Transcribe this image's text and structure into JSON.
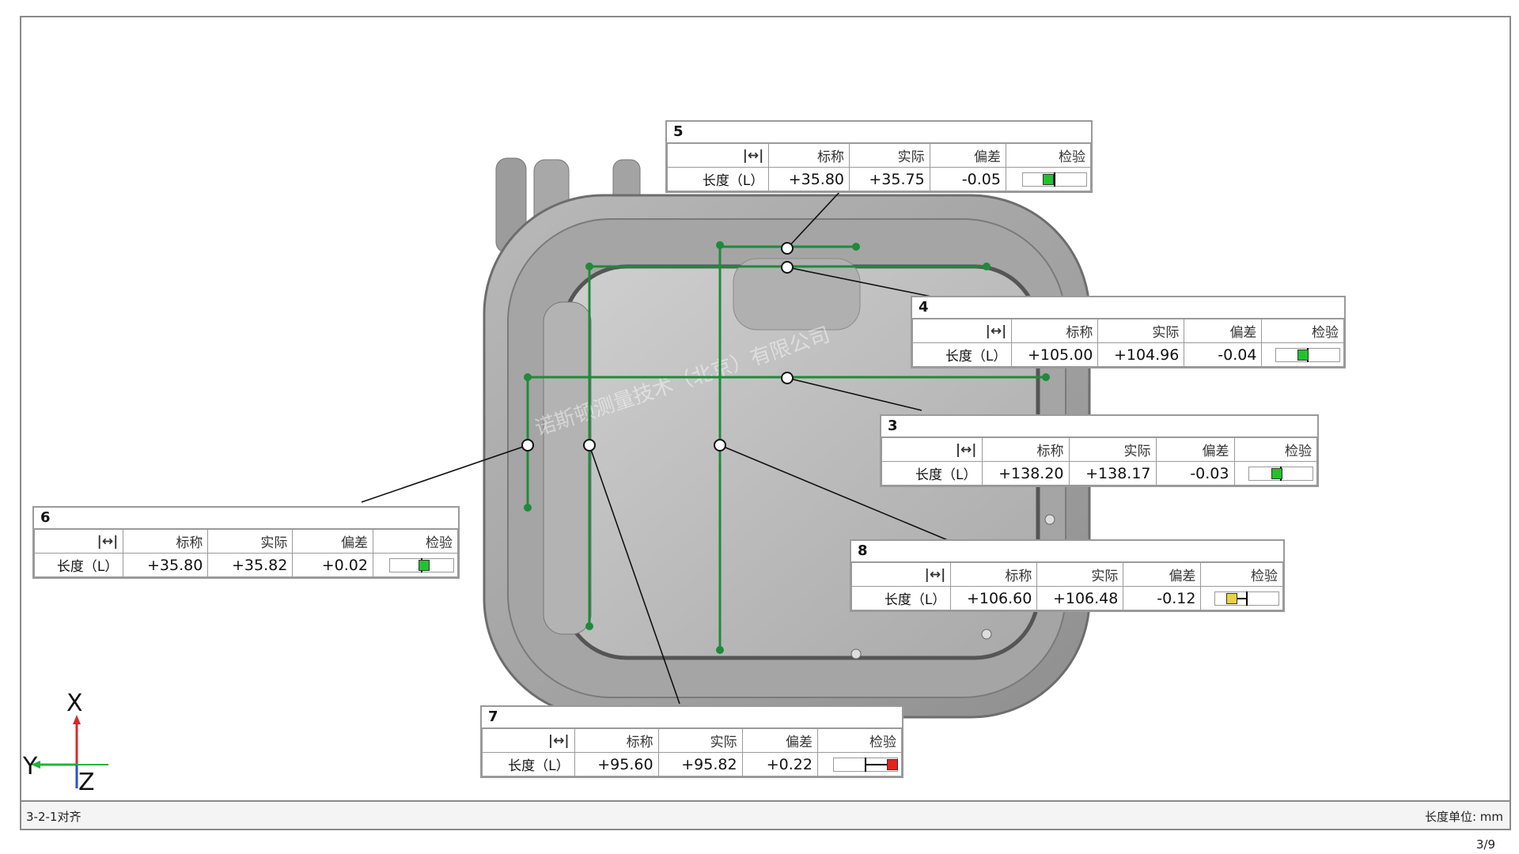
{
  "footer": {
    "alignment": "3-2-1对齐",
    "units": "长度单位: mm",
    "page": "3/9"
  },
  "watermark": "诺斯顿测量技术（北京）有限公司",
  "axis": {
    "x": "X",
    "y": "Y",
    "z": "Z"
  },
  "headers": {
    "icon": "|↔|",
    "nominal": "标称",
    "actual": "实际",
    "deviation": "偏差",
    "check": "检验"
  },
  "colors": {
    "ok": "#22c22e",
    "warn": "#e8d43c",
    "fail": "#e3231b",
    "feature_line": "#1f8a3a"
  },
  "callouts": [
    {
      "id": "5",
      "label": "长度（L）",
      "nominal": "+35.80",
      "actual": "+35.75",
      "deviation": "-0.05",
      "status": "ok",
      "deviation_value": -0.05
    },
    {
      "id": "4",
      "label": "长度（L）",
      "nominal": "+105.00",
      "actual": "+104.96",
      "deviation": "-0.04",
      "status": "ok",
      "deviation_value": -0.04
    },
    {
      "id": "3",
      "label": "长度（L）",
      "nominal": "+138.20",
      "actual": "+138.17",
      "deviation": "-0.03",
      "status": "ok",
      "deviation_value": -0.03
    },
    {
      "id": "6",
      "label": "长度（L）",
      "nominal": "+35.80",
      "actual": "+35.82",
      "deviation": "+0.02",
      "status": "ok",
      "deviation_value": 0.02
    },
    {
      "id": "8",
      "label": "长度（L）",
      "nominal": "+106.60",
      "actual": "+106.48",
      "deviation": "-0.12",
      "status": "warn",
      "deviation_value": -0.12
    },
    {
      "id": "7",
      "label": "长度（L）",
      "nominal": "+95.60",
      "actual": "+95.82",
      "deviation": "+0.22",
      "status": "fail",
      "deviation_value": 0.22
    }
  ]
}
